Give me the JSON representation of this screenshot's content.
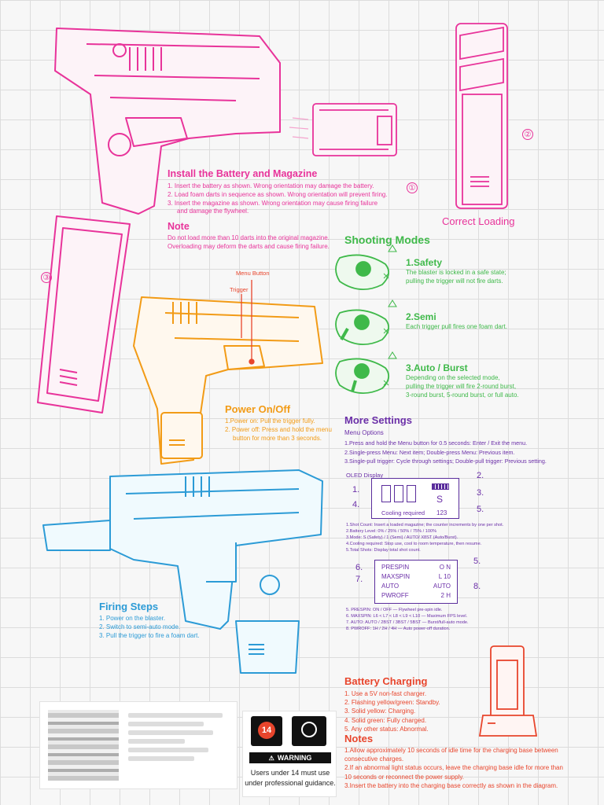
{
  "install": {
    "title": "Install the Battery and Magazine",
    "steps": [
      "1. Insert the battery as shown. Wrong orientation may damage the battery.",
      "2. Load foam darts in sequence as shown. Wrong orientation will prevent firing.",
      "3. Insert the magazine as shown. Wrong orientation may cause firing failure",
      "and damage the flywheel."
    ]
  },
  "note_top": {
    "title": "Note",
    "lines": [
      "Do not load more than 10 darts into the original magazine.",
      "Overloading may deform the darts and cause firing failure."
    ]
  },
  "markers": {
    "one": "①",
    "two": "②",
    "three": "③"
  },
  "correct_loading": "Correct Loading",
  "shooting_modes": {
    "title": "Shooting Modes",
    "modes": [
      {
        "title": "1.Safety",
        "desc": [
          "The blaster is locked in a safe state;",
          "pulling the trigger will not fire darts."
        ]
      },
      {
        "title": "2.Semi",
        "desc": [
          "Each trigger pull fires one foam dart."
        ]
      },
      {
        "title": "3.Auto / Burst",
        "desc": [
          "Depending on the selected mode,",
          "pulling the trigger will fire 2-round burst,",
          "3-round burst, 5-round burst, or full auto."
        ]
      }
    ]
  },
  "callouts": {
    "menu_button": "Menu Button",
    "trigger": "Trigger"
  },
  "power": {
    "title": "Power On/Off",
    "lines": [
      "1.Power on: Pull the trigger fully.",
      "2. Power off: Press and hold the menu",
      "button for more than 3 seconds."
    ]
  },
  "more_settings": {
    "title": "More Settings",
    "subtitle": "Menu Options",
    "lines": [
      "1.Press and hold the Menu button for 0.5 seconds: Enter / Exit the menu.",
      "2.Single-press Menu: Next item; Double-press Menu: Previous item.",
      "3.Single-pull trigger: Cycle through settings; Double-pull trigger: Previous setting."
    ]
  },
  "oled": {
    "label": "OLED Display",
    "mode": "S",
    "cooling": "Cooling required",
    "count": "123",
    "num_left": [
      "1.",
      "4."
    ],
    "num_right": [
      "2.",
      "3.",
      "5."
    ],
    "notes": [
      "1.Shot Count: Insert a loaded magazine; the counter increments by one per shot.",
      "2.Battery Level: 0% / 25% / 50% / 75% / 100%",
      "3.Mode: S (Safety) / 1 (Semi) / AUTO/ X8ST (Auto/Burst).",
      "4.Cooling required:  Stop use, cool to room temperature, then resume.",
      "5.Total Shots: Display total shot count."
    ]
  },
  "settings_table": {
    "rows": [
      {
        "key": "PRESPIN",
        "val": "O N"
      },
      {
        "key": "MAXSPIN",
        "val": "L 10"
      },
      {
        "key": "AUTO",
        "val": "AUTO"
      },
      {
        "key": "PWROFF",
        "val": "2 H"
      }
    ],
    "num_left": [
      "6.",
      "7."
    ],
    "num_right": [
      "5.",
      "8."
    ],
    "notes": [
      "5. PRESPIN: ON / OFF — Flywheel pre-spin idle.",
      "6. MAXSPIN: L6 < L7 < L8 < L9 < L10 — Maximum FPS level.",
      "7. AUTO: AUTO / 2BST / 3BST / 5BST — Burst/full-auto mode.",
      "8. PWROFF: 1H / 2H / 4H — Auto power-off duration."
    ]
  },
  "firing": {
    "title": "Firing Steps",
    "steps": [
      "1. Power on the blaster.",
      "2. Switch to semi-auto mode.",
      "3. Pull the trigger to fire a foam dart."
    ]
  },
  "battery": {
    "title": "Battery Charging",
    "steps": [
      "1. Use a 5V non-fast charger.",
      "2. Flashing yellow/green: Standby.",
      "3. Solid yellow: Charging.",
      "4. Solid green: Fully charged.",
      "5. Any other status: Abnormal."
    ]
  },
  "notes_bottom": {
    "title": "Notes",
    "lines": [
      "1.Allow approximately 10 seconds of idle time for the charging base between",
      "consecutive charges.",
      "2.If an abnormal light status occurs, leave the charging base idle for more than",
      "10 seconds or reconnect the power supply.",
      "3.Insert the battery into the charging base correctly as shown in the diagram."
    ]
  },
  "warning": {
    "age_badge": "14",
    "label": "WARNING",
    "text": [
      "Users under 14 must use",
      "under professional guidance."
    ]
  },
  "colors": {
    "pink": "#e8339a",
    "purple": "#6b2fa8",
    "green": "#3fb94a",
    "orange": "#f29b16",
    "blue": "#2c9bd6",
    "red": "#e8452c"
  }
}
